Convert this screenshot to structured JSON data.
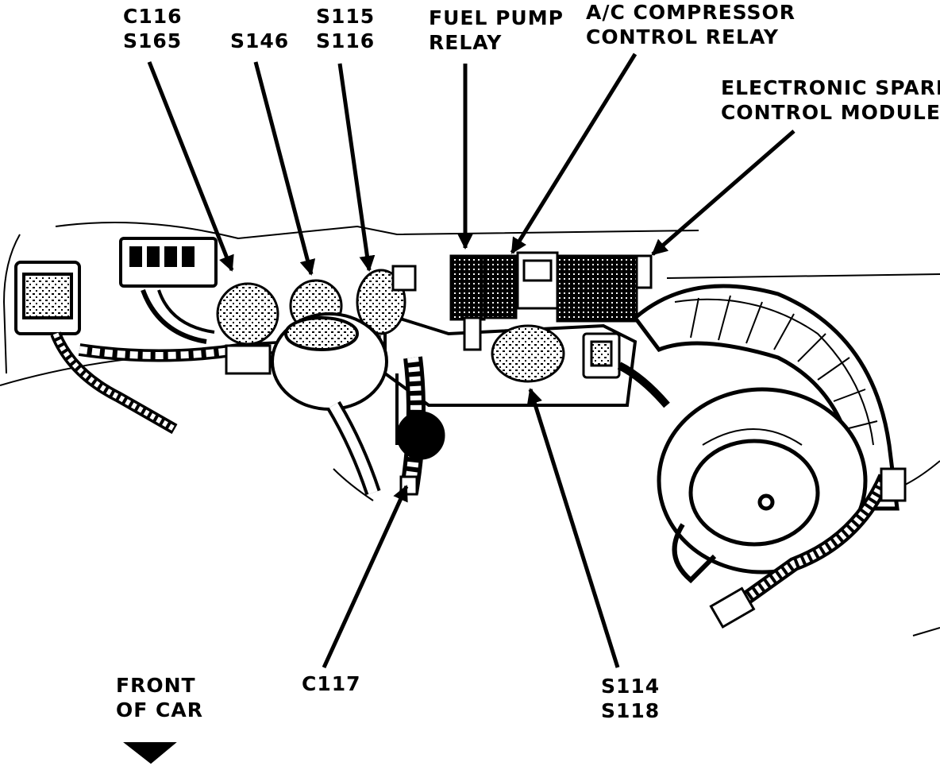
{
  "labels": {
    "c116_s165": [
      "C116",
      "S165"
    ],
    "s146": [
      "S146"
    ],
    "s115_s116": [
      "S115",
      "S116"
    ],
    "fuel_pump_relay": [
      "FUEL PUMP",
      "RELAY"
    ],
    "ac_compressor_relay": [
      "A/C COMPRESSOR",
      "CONTROL RELAY"
    ],
    "esc_module": [
      "ELECTRONIC SPARK",
      "CONTROL MODULE"
    ],
    "c117": [
      "C117"
    ],
    "s114_s118": [
      "S114",
      "S118"
    ],
    "front_of_car": [
      "FRONT",
      "OF CAR"
    ]
  }
}
